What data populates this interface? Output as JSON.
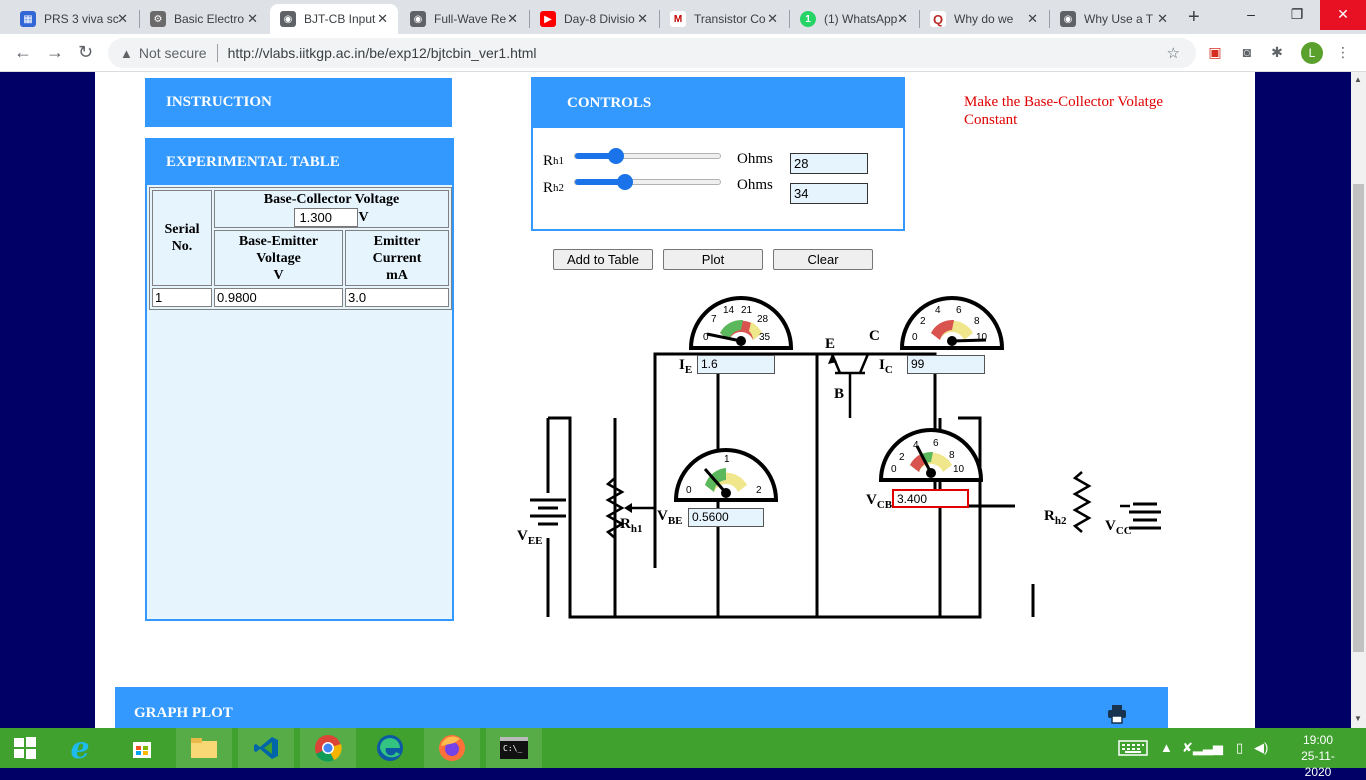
{
  "browser": {
    "tabs": [
      {
        "title": "PRS 3 viva sc",
        "icon_color": "#3367d6",
        "icon": "calendar-icon"
      },
      {
        "title": "Basic Electro",
        "icon_color": "#6a6a6a",
        "icon": "electro-icon"
      },
      {
        "title": "BJT-CB Input",
        "icon_color": "#5f6368",
        "icon": "globe-icon"
      },
      {
        "title": "Full-Wave Re",
        "icon_color": "#5f6368",
        "icon": "globe-icon"
      },
      {
        "title": "Day-8 Divisio",
        "icon_color": "#ff0000",
        "icon": "youtube-icon"
      },
      {
        "title": "Transistor Co",
        "icon_color": "#c40000",
        "icon": "m-logo-icon"
      },
      {
        "title": "(1) WhatsApp",
        "icon_color": "#25d366",
        "icon": "whatsapp-icon"
      },
      {
        "title": "Why do we",
        "icon_color": "#b92b27",
        "icon": "quora-icon"
      },
      {
        "title": "Why Use a T",
        "icon_color": "#5f6368",
        "icon": "globe-icon"
      }
    ],
    "active_tab": 2,
    "security_label": "Not secure",
    "url": "http://vlabs.iitkgp.ac.in/be/exp12/bjtcbin_ver1.html",
    "profile_initial": "L"
  },
  "page": {
    "instruction_header": "INSTRUCTION",
    "controls_header": "CONTROLS",
    "experimental_table_header": "EXPERIMENTAL TABLE",
    "notice": "Make the Base-Collector Volatge Constant",
    "graph_header": "GRAPH PLOT",
    "table": {
      "serial_header": "Serial No.",
      "vcb_header": "Base-Collector Voltage",
      "vcb_value": "1.300",
      "vcb_unit": "V",
      "vbe_header": "Base-Emitter Voltage",
      "vbe_unit": "V",
      "ie_header": "Emitter Current",
      "ie_unit": "mA",
      "rows": [
        {
          "serial": "1",
          "vbe": "0.9800",
          "ie": "3.0"
        }
      ]
    },
    "controls": {
      "rh1_label": "R",
      "rh1_sub": "h1",
      "rh1_unit": "Ohms",
      "rh1_value": "28",
      "rh1_fraction": 0.28,
      "rh2_label": "R",
      "rh2_sub": "h2",
      "rh2_unit": "Ohms",
      "rh2_value": "34",
      "rh2_fraction": 0.34
    },
    "buttons": {
      "add": "Add to Table",
      "plot": "Plot",
      "clear": "Clear"
    },
    "circuit": {
      "ie_label": "I",
      "ie_sub": "E",
      "ie_value": "1.6",
      "ic_label": "I",
      "ic_sub": "C",
      "ic_value": "99",
      "vbe_label": "V",
      "vbe_sub": "BE",
      "vbe_value": "0.5600",
      "vcb_label": "V",
      "vcb_sub": "CB",
      "vcb_value": "3.400",
      "vee_label": "V",
      "vee_sub": "EE",
      "vcc_label": "V",
      "vcc_sub": "CC",
      "rh1_label": "R",
      "rh1_sub": "h1",
      "rh2_label": "R",
      "rh2_sub": "h2",
      "e_label": "E",
      "c_label": "C",
      "b_label": "B",
      "meter_ie_ticks": [
        "0",
        "7",
        "14",
        "21",
        "28",
        "35"
      ],
      "meter_ic_ticks": [
        "0",
        "2",
        "4",
        "6",
        "8",
        "10"
      ],
      "meter_vbe_ticks": [
        "0",
        "1",
        "2"
      ],
      "meter_vcb_ticks": [
        "0",
        "2",
        "4",
        "6",
        "8",
        "10"
      ]
    }
  },
  "taskbar": {
    "time": "19:00",
    "date": "25-11-2020"
  }
}
